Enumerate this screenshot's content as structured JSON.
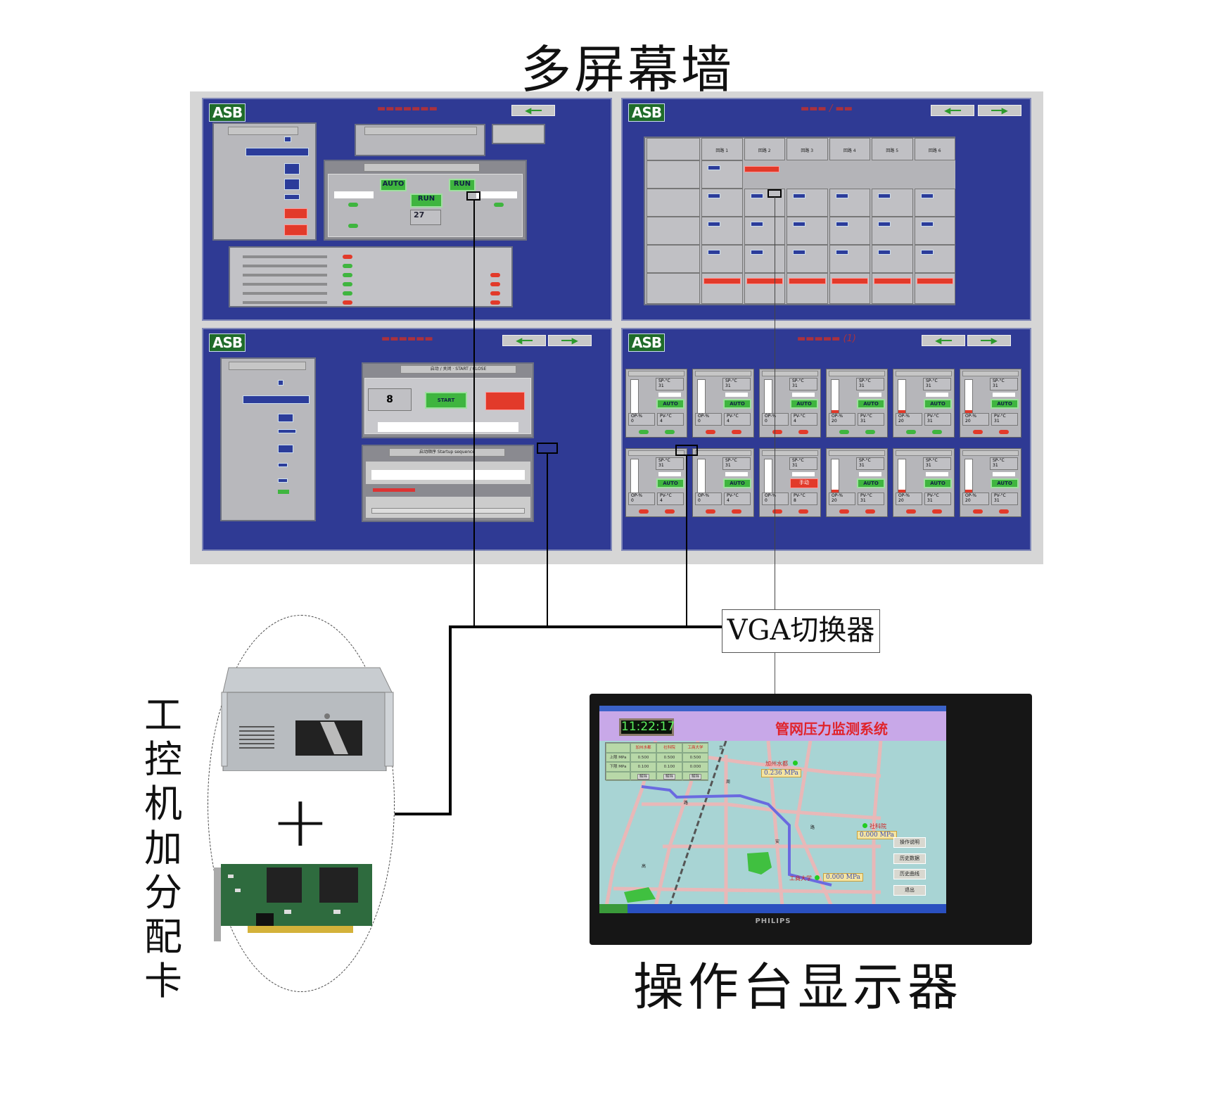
{
  "title": "多屏幕墙",
  "vga_switch": "VGA切换器",
  "pc_label": [
    "工",
    "控",
    "机",
    "加",
    "分",
    "配",
    "卡"
  ],
  "plus": "+",
  "console_label": "操作台显示器",
  "wall": {
    "logo": "ASB",
    "tl": {
      "auto": "AUTO",
      "run": "RUN",
      "run2": "RUN",
      "value": "27"
    },
    "tr": {
      "loops": [
        "回路 1",
        "回路 2",
        "回路 3",
        "回路 4",
        "回路 5",
        "回路 6"
      ]
    },
    "bl": {
      "start_close": "启动 / 关闭 · START / CLOSE",
      "formula_no": "8",
      "start": "START",
      "startup": "启动顺序 Startup sequence"
    },
    "br": {
      "loops": [
        {
          "sp": "31",
          "op": "0",
          "pv": "4",
          "mode": "AUTO",
          "level": 0
        },
        {
          "sp": "31",
          "op": "0",
          "pv": "4",
          "mode": "AUTO",
          "level": 0
        },
        {
          "sp": "31",
          "op": "0",
          "pv": "4",
          "mode": "AUTO",
          "level": 0
        },
        {
          "sp": "31",
          "op": "20",
          "pv": "31",
          "mode": "AUTO",
          "level": 15
        },
        {
          "sp": "31",
          "op": "20",
          "pv": "31",
          "mode": "AUTO",
          "level": 15
        },
        {
          "sp": "31",
          "op": "20",
          "pv": "31",
          "mode": "AUTO",
          "level": 15
        },
        {
          "sp": "31",
          "op": "0",
          "pv": "4",
          "mode": "AUTO",
          "level": 0
        },
        {
          "sp": "31",
          "op": "0",
          "pv": "4",
          "mode": "AUTO",
          "level": 0
        },
        {
          "sp": "31",
          "op": "0",
          "pv": "8",
          "mode": "手动",
          "level": 0
        },
        {
          "sp": "31",
          "op": "20",
          "pv": "31",
          "mode": "AUTO",
          "level": 15
        },
        {
          "sp": "31",
          "op": "20",
          "pv": "31",
          "mode": "AUTO",
          "level": 15
        },
        {
          "sp": "31",
          "op": "20",
          "pv": "31",
          "mode": "AUTO",
          "level": 15
        }
      ],
      "sp_label": "SP-°C",
      "op_label": "OP-%",
      "pv_label": "PV-°C"
    }
  },
  "console": {
    "clock": "11:22:17",
    "title": "管网压力监测系统",
    "table": {
      "headers": [
        "加州水都",
        "社科院",
        "工商大学"
      ],
      "rows": [
        {
          "label": "上限 MPa",
          "values": [
            "0.500",
            "0.500",
            "0.500"
          ]
        },
        {
          "label": "下限 MPa",
          "values": [
            "0.100",
            "0.100",
            "0.000"
          ]
        }
      ],
      "ack": "解除"
    },
    "stations": [
      {
        "name": "加州水都",
        "value": "0.236 MPa"
      },
      {
        "name": "社科院",
        "value": "0.000 MPa"
      },
      {
        "name": "工商大学",
        "value": "0.000 MPa"
      }
    ],
    "buttons": [
      "操作说明",
      "历史数据",
      "历史曲线",
      "退出"
    ],
    "brand": "PHILIPS"
  }
}
